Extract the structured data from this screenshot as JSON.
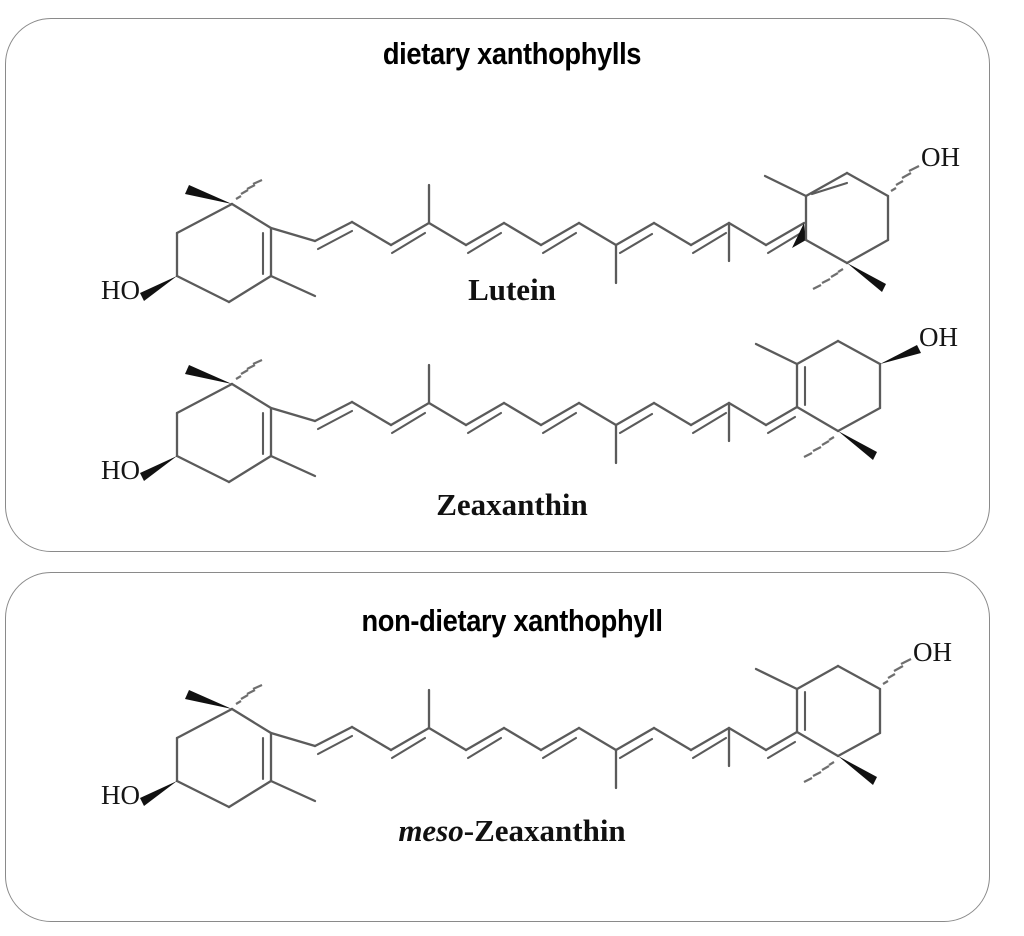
{
  "figure": {
    "type": "chemical-structure-diagram",
    "panels": [
      {
        "id": "dietary",
        "title": "dietary xanthophylls",
        "molecules": [
          "Lutein",
          "Zeaxanthin"
        ]
      },
      {
        "id": "nondietary",
        "title": "non-dietary  xanthophyll",
        "molecules": [
          "meso-Zeaxanthin"
        ]
      }
    ]
  },
  "panel_dietary": {
    "title": "dietary xanthophylls"
  },
  "panel_nondietary": {
    "title": "non-dietary  xanthophyll"
  },
  "molecules": {
    "lutein": {
      "name": "Lutein",
      "left_ring": {
        "type": "beta-ring",
        "hydroxyl_label": "HO",
        "hydroxyl_bond": "bold-wedge",
        "gem_methyls": [
          "bold-wedge",
          "hashed-wedge"
        ],
        "ring_methyl": "C5-methyl",
        "ring_double_bond": "endocyclic C5-C6"
      },
      "right_ring": {
        "type": "epsilon-ring",
        "hydroxyl_label": "OH",
        "hydroxyl_bond": "hashed-wedge",
        "gem_methyls": [
          "hashed-wedge",
          "bold-wedge"
        ],
        "ring_methyl": "C5-methyl",
        "ring_double_bond": "endocyclic C4-C5",
        "chain_bond": "bold-wedge"
      },
      "chain": {
        "conjugated_double_bonds": 9,
        "methyl_branches_up": 2,
        "methyl_branches_down": 2
      }
    },
    "zeaxanthin": {
      "name": "Zeaxanthin",
      "left_ring": {
        "type": "beta-ring",
        "hydroxyl_label": "HO",
        "hydroxyl_bond": "bold-wedge",
        "gem_methyls": [
          "bold-wedge",
          "hashed-wedge"
        ],
        "ring_methyl": "C5-methyl",
        "ring_double_bond": "endocyclic C5-C6"
      },
      "right_ring": {
        "type": "beta-ring",
        "hydroxyl_label": "OH",
        "hydroxyl_bond": "bold-wedge",
        "gem_methyls": [
          "hashed-wedge",
          "bold-wedge"
        ],
        "ring_methyl": "C5-methyl",
        "ring_double_bond": "endocyclic C5-C6"
      },
      "chain": {
        "conjugated_double_bonds": 9,
        "methyl_branches_up": 2,
        "methyl_branches_down": 2
      }
    },
    "meso_zeaxanthin": {
      "name_prefix": "meso",
      "name_separator": "-",
      "name_main": "Zeaxanthin",
      "name": "meso-Zeaxanthin",
      "left_ring": {
        "type": "beta-ring",
        "hydroxyl_label": "HO",
        "hydroxyl_bond": "bold-wedge",
        "gem_methyls": [
          "bold-wedge",
          "hashed-wedge"
        ],
        "ring_methyl": "C5-methyl",
        "ring_double_bond": "endocyclic C5-C6"
      },
      "right_ring": {
        "type": "beta-ring",
        "hydroxyl_label": "OH",
        "hydroxyl_bond": "hashed-wedge",
        "gem_methyls": [
          "hashed-wedge",
          "bold-wedge"
        ],
        "ring_methyl": "C5-methyl",
        "ring_double_bond": "endocyclic C5-C6"
      },
      "chain": {
        "conjugated_double_bonds": 9,
        "methyl_branches_up": 2,
        "methyl_branches_down": 2
      }
    }
  },
  "colors": {
    "panel_border": "#8a8a8a",
    "bond": "#5b5b5b",
    "wedge": "#111111",
    "text": "#000000",
    "background": "#ffffff"
  }
}
